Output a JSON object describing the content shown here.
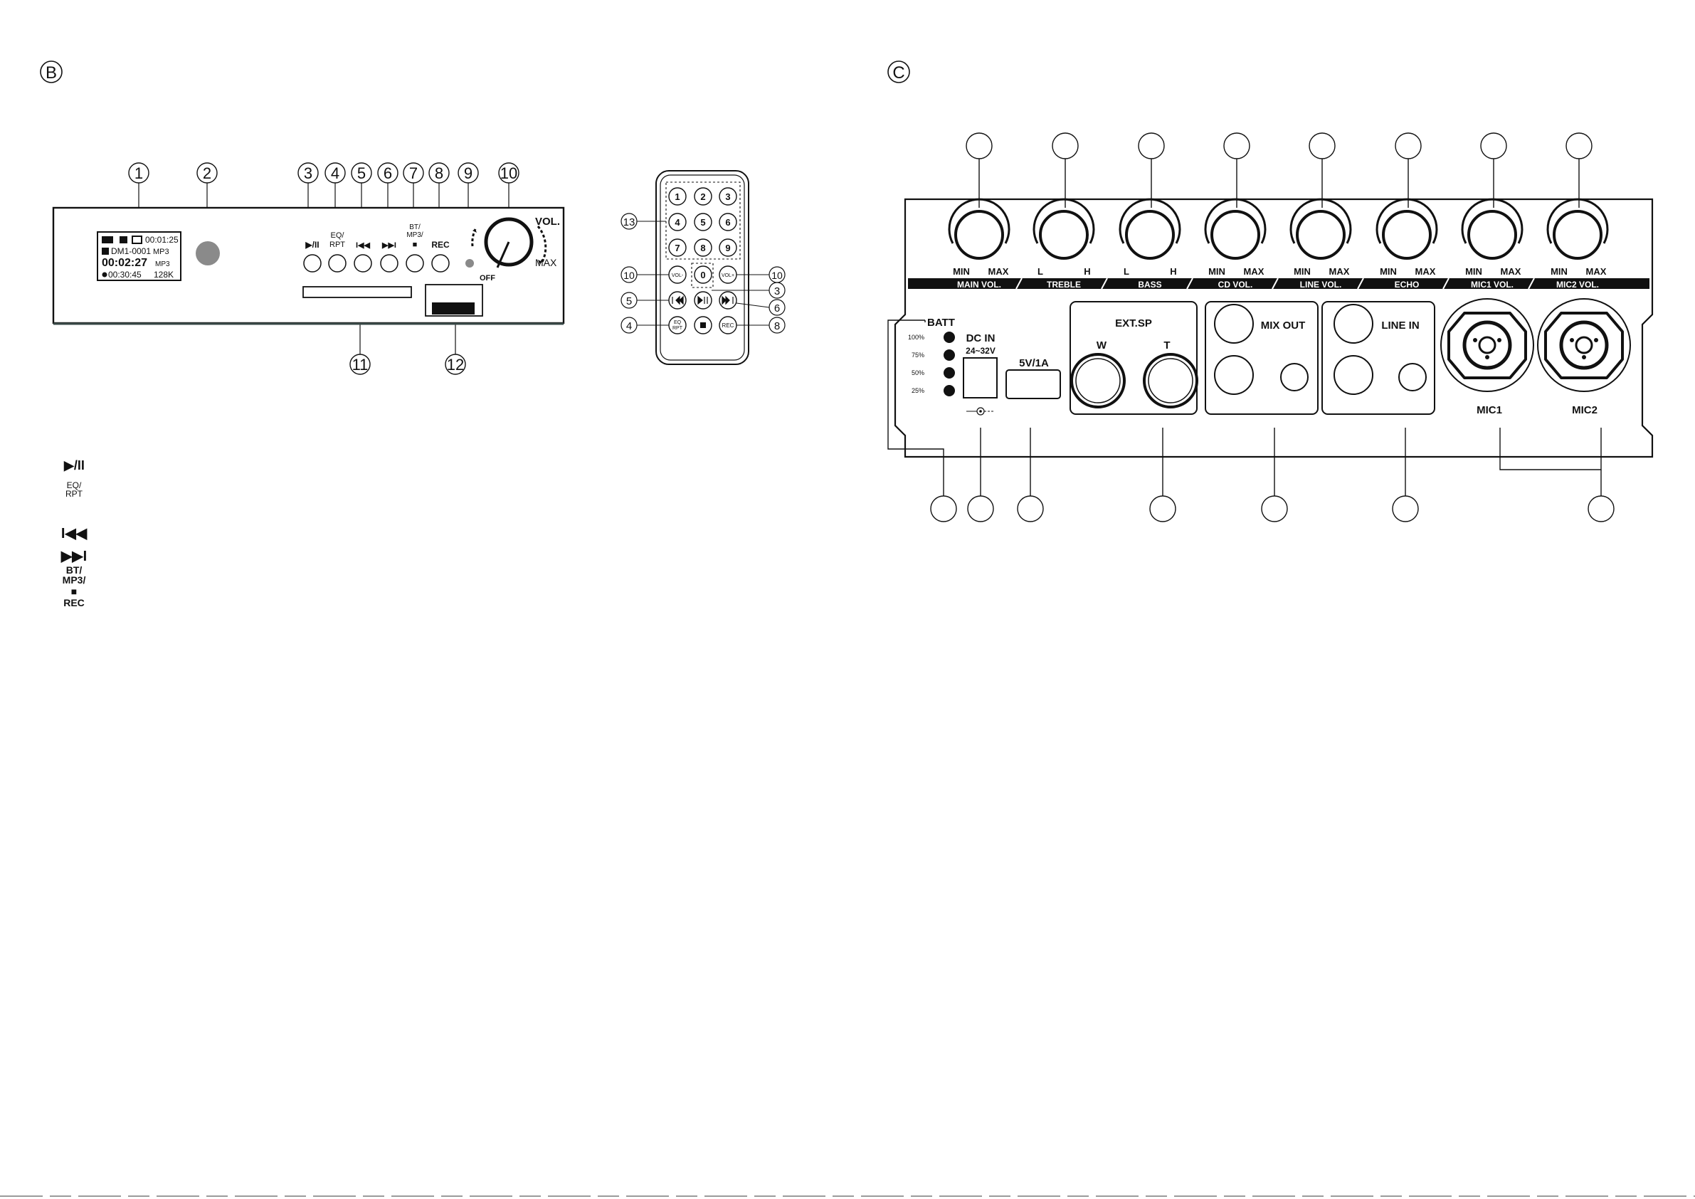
{
  "panel_b": {
    "section_label": "B",
    "callouts": [
      "1",
      "2",
      "3",
      "4",
      "5",
      "6",
      "7",
      "8",
      "9",
      "10",
      "11",
      "12"
    ],
    "lcd": {
      "line1_time": "00:01:25",
      "line2_track": "DM1-0001",
      "line2_format": "MP3",
      "line3_time": "00:02:27",
      "line3_format": "MP3",
      "line4_time": "00:30:45",
      "line4_bitrate": "128K"
    },
    "button_labels": {
      "play_pause": "▶/II",
      "eq_rpt_1": "EQ/",
      "eq_rpt_2": "RPT",
      "prev": "I◀◀",
      "next": "▶▶I",
      "mode_1": "BT/",
      "mode_2": "MP3/",
      "mode_3": "■",
      "rec": "REC"
    },
    "volume": {
      "label": "VOL.",
      "off": "OFF",
      "max": "MAX"
    }
  },
  "remote": {
    "keypad": [
      "1",
      "2",
      "3",
      "4",
      "5",
      "6",
      "7",
      "8",
      "9",
      "0"
    ],
    "vol_minus": "VOL-",
    "vol_plus": "VOL+",
    "eq_1": "EQ",
    "eq_2": "RPT",
    "rec": "REC",
    "callouts": {
      "keypad": "13",
      "vol_left": "10",
      "vol_right": "10",
      "play": "3",
      "prev": "5",
      "next": "6",
      "eq": "4",
      "rec": "8"
    }
  },
  "legend": {
    "play_pause": "▶/II",
    "eq_rpt_1": "EQ/",
    "eq_rpt_2": "RPT",
    "prev": "I◀◀",
    "next": "▶▶I",
    "mode_1": "BT/",
    "mode_2": "MP3/",
    "mode_3": "■",
    "rec": "REC"
  },
  "panel_c": {
    "section_label": "C",
    "knobs": [
      {
        "name": "MAIN VOL.",
        "min": "MIN",
        "max": "MAX"
      },
      {
        "name": "TREBLE",
        "min": "L",
        "max": "H"
      },
      {
        "name": "BASS",
        "min": "L",
        "max": "H"
      },
      {
        "name": "CD VOL.",
        "min": "MIN",
        "max": "MAX"
      },
      {
        "name": "LINE VOL.",
        "min": "MIN",
        "max": "MAX"
      },
      {
        "name": "ECHO",
        "min": "MIN",
        "max": "MAX"
      },
      {
        "name": "MIC1 VOL.",
        "min": "MIN",
        "max": "MAX"
      },
      {
        "name": "MIC2 VOL.",
        "min": "MIN",
        "max": "MAX"
      }
    ],
    "batt": {
      "label": "BATT",
      "levels": [
        "100%",
        "75%",
        "50%",
        "25%"
      ]
    },
    "dc_in": {
      "label": "DC IN",
      "voltage": "24~32V"
    },
    "usb": {
      "label": "5V/1A"
    },
    "ext_sp": {
      "label": "EXT.SP",
      "w": "W",
      "t": "T"
    },
    "mix_out": {
      "label": "MIX OUT"
    },
    "line_in": {
      "label": "LINE IN"
    },
    "mic1": {
      "label": "MIC1"
    },
    "mic2": {
      "label": "MIC2"
    }
  },
  "colors": {
    "ink": "#111111",
    "knob_gray": "#8a8a8a",
    "panel_fill": "#ffffff",
    "bottom_edge": "#3a4a48"
  }
}
